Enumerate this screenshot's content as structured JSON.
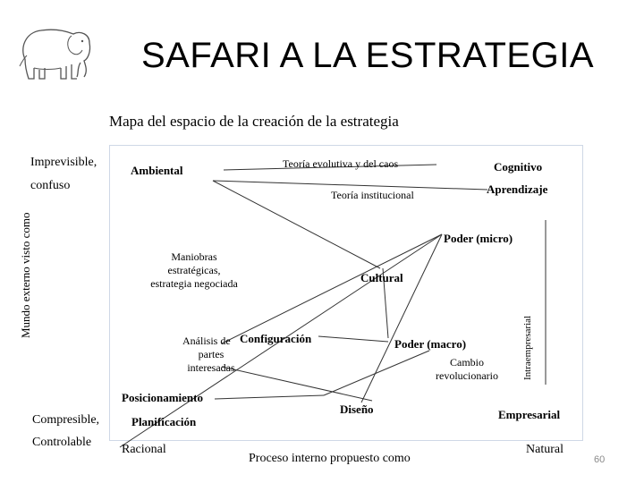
{
  "title": "SAFARI A LA ESTRATEGIA",
  "subtitle": "Mapa del espacio de la creación de la estrategia",
  "axes": {
    "top_left_1": "Imprevisible,",
    "top_left_2": "confuso",
    "bottom_left_1": "Compresible,",
    "bottom_left_2": "Controlable",
    "vertical_left": "Mundo externo visto como",
    "bottom_left_x": "Racional",
    "bottom_center_x": "Proceso interno propuesto como",
    "bottom_right_x": "Natural"
  },
  "schools": {
    "ambiental": "Ambiental",
    "cognitivo": "Cognitivo",
    "aprendizaje": "Aprendizaje",
    "poder_micro": "Poder (micro)",
    "cultural": "Cultural",
    "configuracion": "Configuración",
    "poder_macro": "Poder (macro)",
    "posicionamiento": "Posicionamiento",
    "planificacion": "Planificación",
    "diseno": "Diseño",
    "empresarial": "Empresarial"
  },
  "approaches": {
    "teoria_evolutiva": "Teoría evolutiva y del caos",
    "teoria_institucional": "Teoría institucional",
    "maniobras_1": "Maniobras",
    "maniobras_2": "estratégicas,",
    "maniobras_3": "estrategia negociada",
    "analisis_1": "Análisis de",
    "analisis_2": "partes",
    "analisis_3": "interesadas",
    "cambio_1": "Cambio",
    "cambio_2": "revolucionario",
    "intraempresarial": "Intraempresarial"
  },
  "page_number": "60"
}
